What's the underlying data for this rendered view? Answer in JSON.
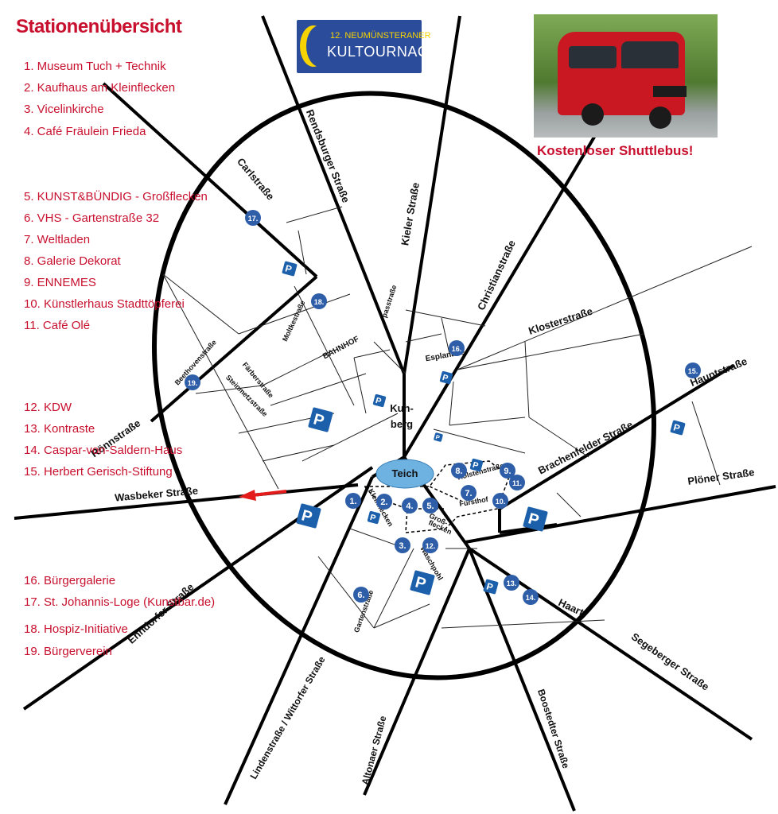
{
  "title": "Stationenübersicht",
  "stations": [
    "1. Museum Tuch + Technik",
    "2. Kaufhaus am Kleinflecken",
    "3. Vicelinkirche",
    "4. Café Fräulein Frieda",
    "5. KUNST&BÜNDIG - Großflecken",
    "6. VHS - Gartenstraße 32",
    "7.  Weltladen",
    "8. Galerie Dekorat",
    "9. ENNEMES",
    "10. Künstlerhaus Stadttöpferei",
    "11. Café Olé",
    "12. KDW",
    "13. Kontraste",
    "14. Caspar-von-Saldern-Haus",
    "15. Herbert Gerisch-Stiftung",
    "16. Bürgergalerie",
    "17. St. Johannis-Loge (Kunstbar.de)",
    "18. Hospiz-Initiative",
    "19. Bürgerverein"
  ],
  "logo": {
    "line1": "12. NEUMÜNSTERANER",
    "line2": "KULTOURNACHT"
  },
  "shuttle_label": "Kostenloser Shuttlebus!",
  "map": {
    "streets": {
      "carlstrasse": "Carlstraße",
      "rendsburger": "Rendsburger Straße",
      "kieler": "Kieler Straße",
      "christian": "Christianstraße",
      "kloster": "Klosterstraße",
      "haupt": "Hauptstraße",
      "brachenfelder": "Brachenfelder Straße",
      "ploener": "Plöner Straße",
      "haart": "Haart",
      "segeberger": "Segeberger Straße",
      "boostedter": "Boostedter Straße",
      "altonaer": "Altonaer Straße",
      "linden": "Lindenstraße / Wittorfer  Straße",
      "ehndorfer": "Ehndorfer Straße",
      "wasbeker": "Wasbeker Straße",
      "rungestrasse": "Rönnstraße",
      "beethoven": "Beethovenstraße",
      "moltke": "Moltkestraße",
      "faerber": "Färberstraße",
      "steinmetz": "Steinmetzstraße",
      "bahnhof": "BAHNHOF",
      "passtrasse": "passtraße",
      "esplanade": "Esplanade",
      "kuhberg1": "Kuh-",
      "kuhberg2": "berg",
      "teich": "Teich",
      "holsten": "Holstenstraße",
      "fuerstenhof": "Fürsthof",
      "gross1": "Groß-",
      "gross2": "flecken",
      "klein": "Kleinflecken",
      "waschpohl": "Waschpohl",
      "garten": "Gartenstraße"
    },
    "markers": [
      "1.",
      "2.",
      "3.",
      "4.",
      "5.",
      "6.",
      "7.",
      "8.",
      "9.",
      "10.",
      "11.",
      "12.",
      "13.",
      "14.",
      "15.",
      "16.",
      "17.",
      "18.",
      "19."
    ],
    "parking_symbol": "P",
    "colors": {
      "accent_red": "#c8102e",
      "marker_blue": "#2f5ea8",
      "parking_blue": "#1c5faa",
      "teich_blue": "#6db2e0"
    }
  }
}
